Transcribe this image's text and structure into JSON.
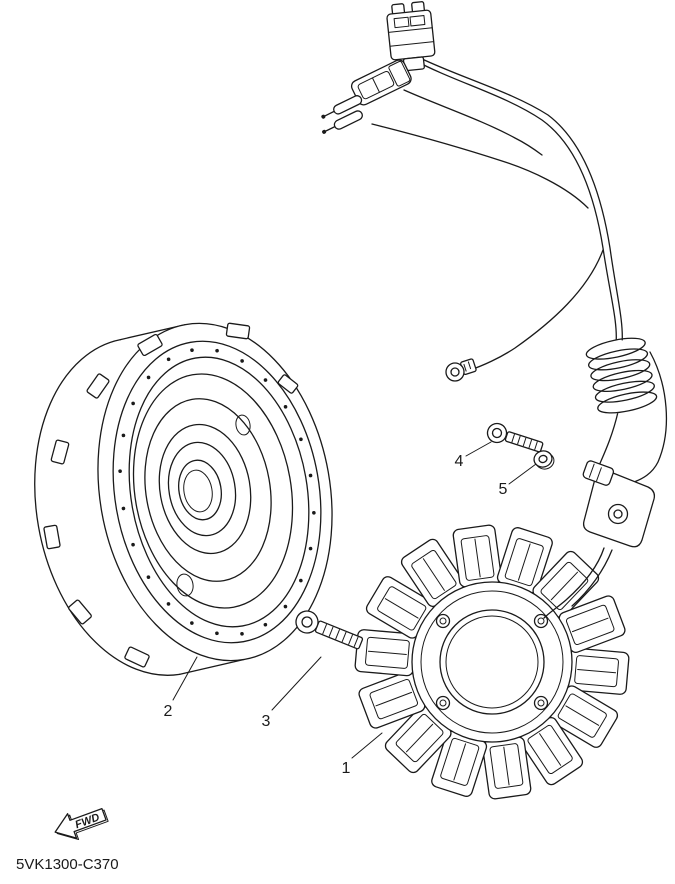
{
  "diagram": {
    "part_code": "5VK1300-C370",
    "fwd_label": "FWD",
    "callouts": [
      {
        "label": "1"
      },
      {
        "label": "2"
      },
      {
        "label": "3"
      },
      {
        "label": "4"
      },
      {
        "label": "5"
      }
    ],
    "colors": {
      "line": "#1a1a1a",
      "background": "#ffffff"
    }
  }
}
